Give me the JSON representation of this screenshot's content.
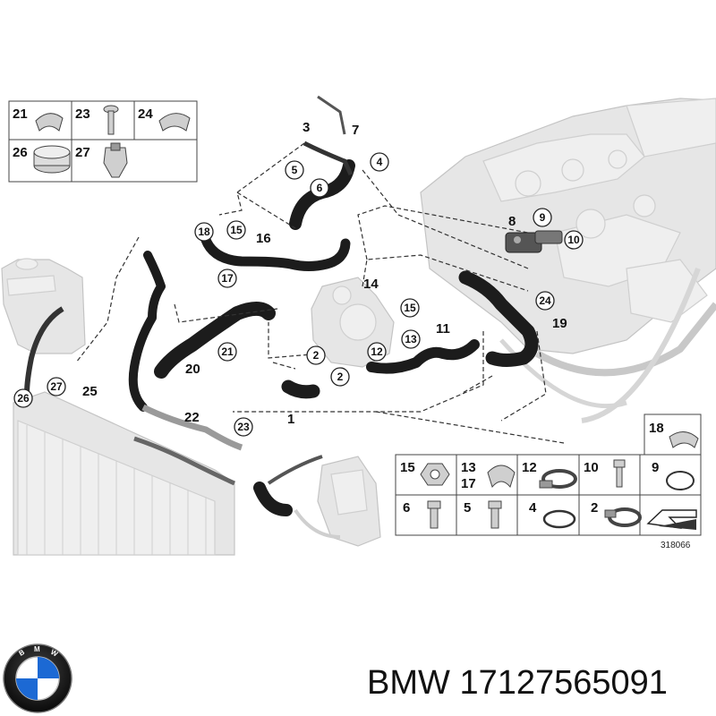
{
  "caption": {
    "brand": "BMW",
    "part_number": "17127565091"
  },
  "drawing_reference": "318066",
  "callouts_plain": {
    "c1": "1",
    "c3": "3",
    "c7": "7",
    "c8": "8",
    "c11": "11",
    "c14": "14",
    "c16": "16",
    "c19": "19",
    "c20": "20",
    "c22": "22",
    "c25": "25"
  },
  "callouts_circled": {
    "c2a": "2",
    "c2b": "2",
    "c4": "4",
    "c5": "5",
    "c6": "6",
    "c9": "9",
    "c10": "10",
    "c12": "12",
    "c13": "13",
    "c15a": "15",
    "c15b": "15",
    "c17": "17",
    "c18": "18",
    "c21": "21",
    "c23": "23",
    "c24": "24",
    "c26": "26",
    "c27": "27"
  },
  "legend_top": {
    "cells": [
      "21",
      "23",
      "24",
      "26",
      "27"
    ]
  },
  "legend_bottom": {
    "corner": "18",
    "row1": [
      "15",
      "13",
      "12",
      "10",
      "9"
    ],
    "row1_extra": "17",
    "row2": [
      "6",
      "5",
      "4",
      "2"
    ]
  },
  "logo": {
    "letters": "BMW",
    "colors": {
      "blue": "#1c69d4",
      "black": "#111111",
      "white": "#ffffff"
    }
  }
}
